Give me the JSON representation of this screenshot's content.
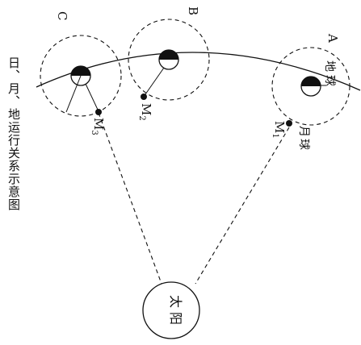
{
  "caption": "日、月、地运行关系示意图",
  "sun_label": "太阳",
  "positions": [
    {
      "label": "A",
      "moon_label": "M",
      "moon_sub": "1"
    },
    {
      "label": "B",
      "moon_label": "M",
      "moon_sub": "2"
    },
    {
      "label": "C",
      "moon_label": "M",
      "moon_sub": "3"
    }
  ],
  "earth_label": "地球",
  "moon_name": "月球"
}
